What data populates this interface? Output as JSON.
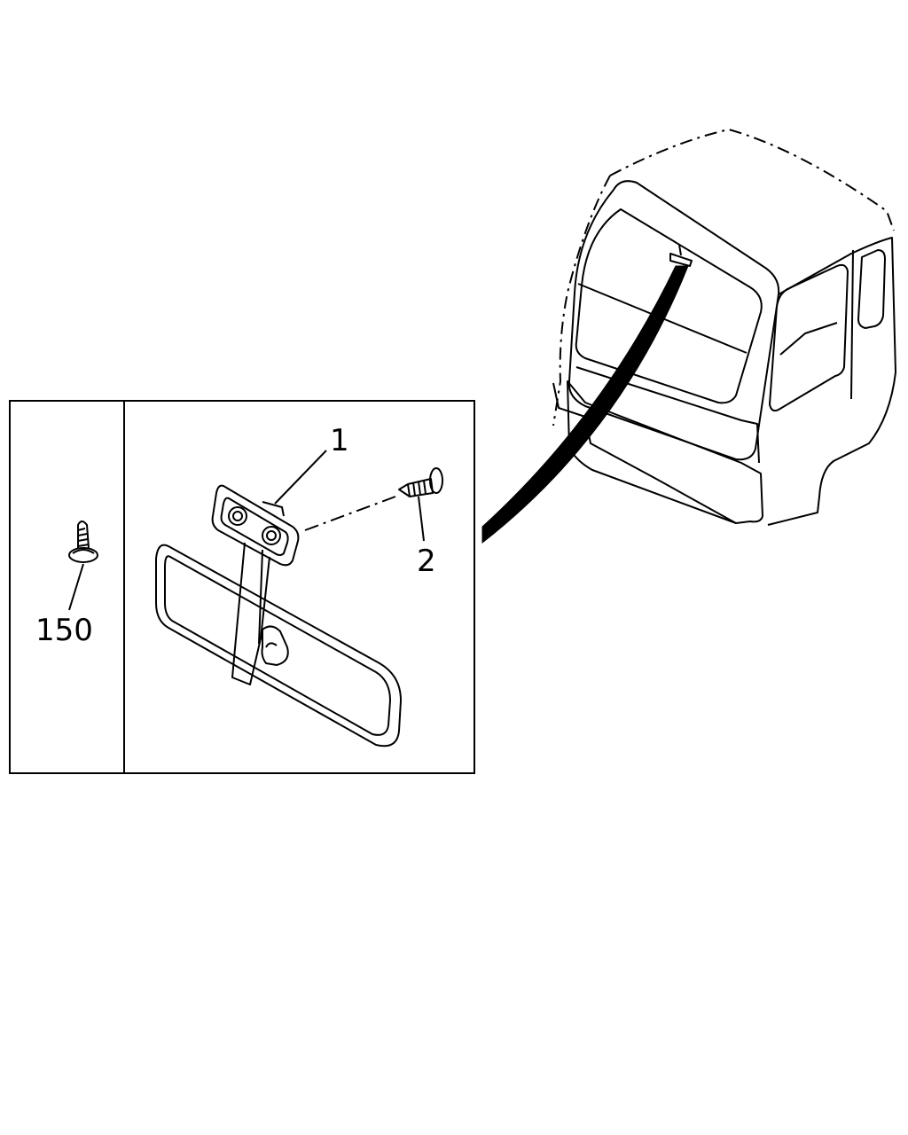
{
  "figure": {
    "background": "#ffffff",
    "line_color": "#000000"
  },
  "callouts": {
    "mirror_assembly": "1",
    "screw": "2",
    "clip": "150"
  }
}
